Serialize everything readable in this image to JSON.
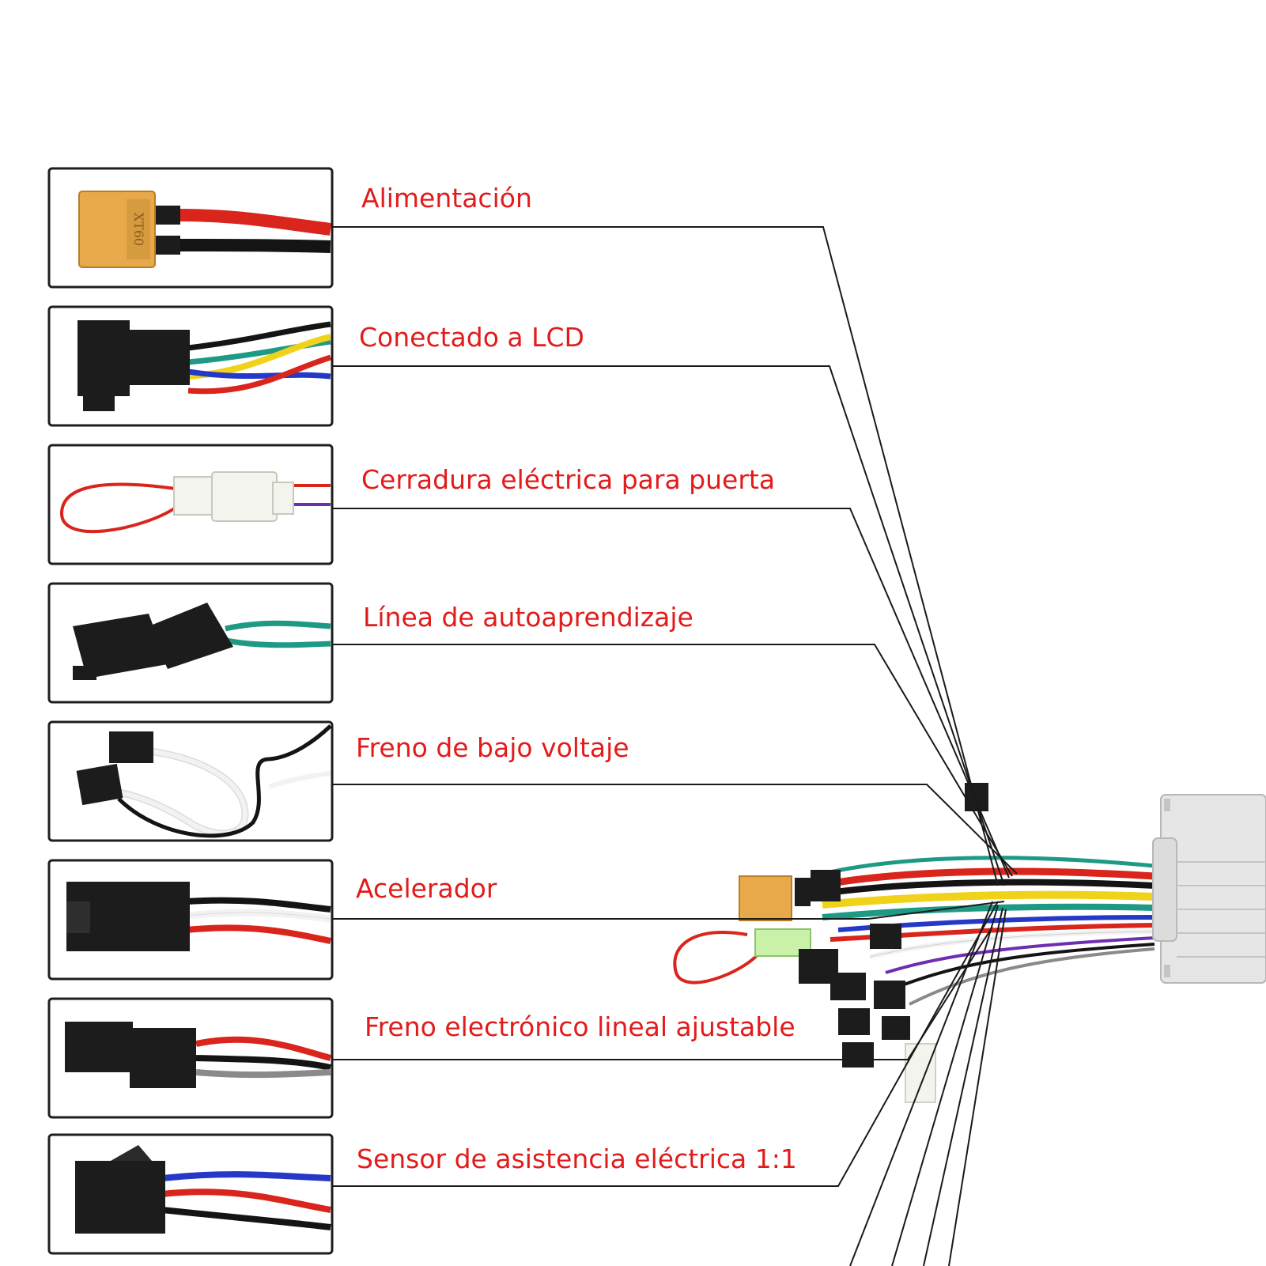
{
  "colors": {
    "label_text": "#e21b1b",
    "leader_line": "#1a1a1a",
    "box_border": "#1e1e1e",
    "wire_red": "#d9251c",
    "wire_black": "#141414",
    "wire_green": "#1e9a84",
    "wire_yellow": "#f0d21a",
    "wire_blue": "#2638c7",
    "wire_white": "#f2f2f2",
    "wire_purple": "#6d2fb0",
    "wire_gray": "#8a8a8a",
    "connector_orange": "#e8a94a",
    "connector_black": "#1c1c1c",
    "housing_white": "#f4f4ee",
    "controller_silver": "#e6e6e6"
  },
  "labels": [
    {
      "text": "Alimentación",
      "connector_icon": "xt60-power-connector-icon"
    },
    {
      "text": "Conectado a LCD",
      "connector_icon": "lcd-multi-pin-connector-icon"
    },
    {
      "text": "Cerradura eléctrica para puerta",
      "connector_icon": "door-lock-loop-connector-icon"
    },
    {
      "text": "Línea de autoaprendizaje",
      "connector_icon": "self-learning-connector-icon"
    },
    {
      "text": "Freno de bajo voltaje",
      "connector_icon": "low-voltage-brake-connector-icon"
    },
    {
      "text": "Acelerador",
      "connector_icon": "throttle-connector-icon"
    },
    {
      "text": "Freno electrónico lineal ajustable",
      "connector_icon": "linear-ebrake-connector-icon"
    },
    {
      "text": "Sensor de asistencia eléctrica 1:1",
      "connector_icon": "pas-sensor-connector-icon"
    }
  ],
  "xt60_marking": "XT60",
  "controller": {
    "icon": "motor-controller-icon"
  }
}
